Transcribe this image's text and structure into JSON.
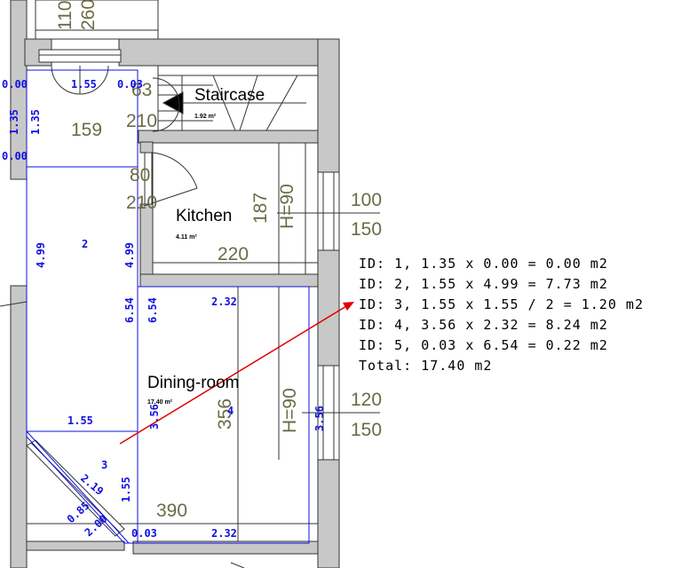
{
  "rooms": {
    "staircase": {
      "name": "Staircase",
      "area": "1.92 m²"
    },
    "kitchen": {
      "name": "Kitchen",
      "area": "4.11 m²"
    },
    "dining": {
      "name": "Dining-room",
      "area": "17.40 m²"
    }
  },
  "dimensions": {
    "top_window_width": "110",
    "top_window_height": "260",
    "stair_door_width": "63",
    "stair_door_height": "210",
    "hall_width": "159",
    "kitchen_door_width": "80",
    "kitchen_door_height": "210",
    "kitchen_depth": "187",
    "kitchen_h": "H=90",
    "kitchen_window_width": "100",
    "kitchen_window_height": "150",
    "kitchen_width": "220",
    "dining_depth": "356",
    "dining_h": "H=90",
    "dining_window_width": "120",
    "dining_window_height": "150",
    "dining_width": "390"
  },
  "area_labels": {
    "a_0_00_top": "0.00",
    "a_1_55_top": "1.55",
    "a_0_03_top": "0.03",
    "a_1_35_left": "1.35",
    "a_1_35_right": "1.35",
    "a_0_00_mid": "0.00",
    "a_4_99_left": "4.99",
    "a_id_2": "2",
    "a_4_99_right": "4.99",
    "a_6_54_left": "6.54",
    "a_6_54_right": "6.54",
    "a_2_32_top": "2.32",
    "a_1_55_mid": "1.55",
    "a_3_56_left": "3.56",
    "a_3_56_right": "3.56",
    "a_id_4": "4",
    "a_id_3": "3",
    "a_2_19": "2.19",
    "a_1_55_diag": "1.55",
    "a_0_85": "0.85",
    "a_2_00": "2.00",
    "a_0_03_bottom": "0.03",
    "a_2_32_bottom": "2.32"
  },
  "calculation": [
    "ID: 1, 1.35 x 0.00 = 0.00 m2",
    "ID: 2, 1.55 x 4.99 = 7.73 m2",
    "ID: 3, 1.55 x 1.55 / 2 = 1.20 m2",
    "ID: 4, 3.56 x 2.32 = 8.24 m2",
    "ID: 5, 0.03 x 6.54 = 0.22 m2",
    "Total: 17.40 m2"
  ],
  "colors": {
    "wall": "#c8c8c8",
    "dimension": "#6b6b46",
    "area_outline": "#1010e0",
    "pointer": "#e00000"
  }
}
